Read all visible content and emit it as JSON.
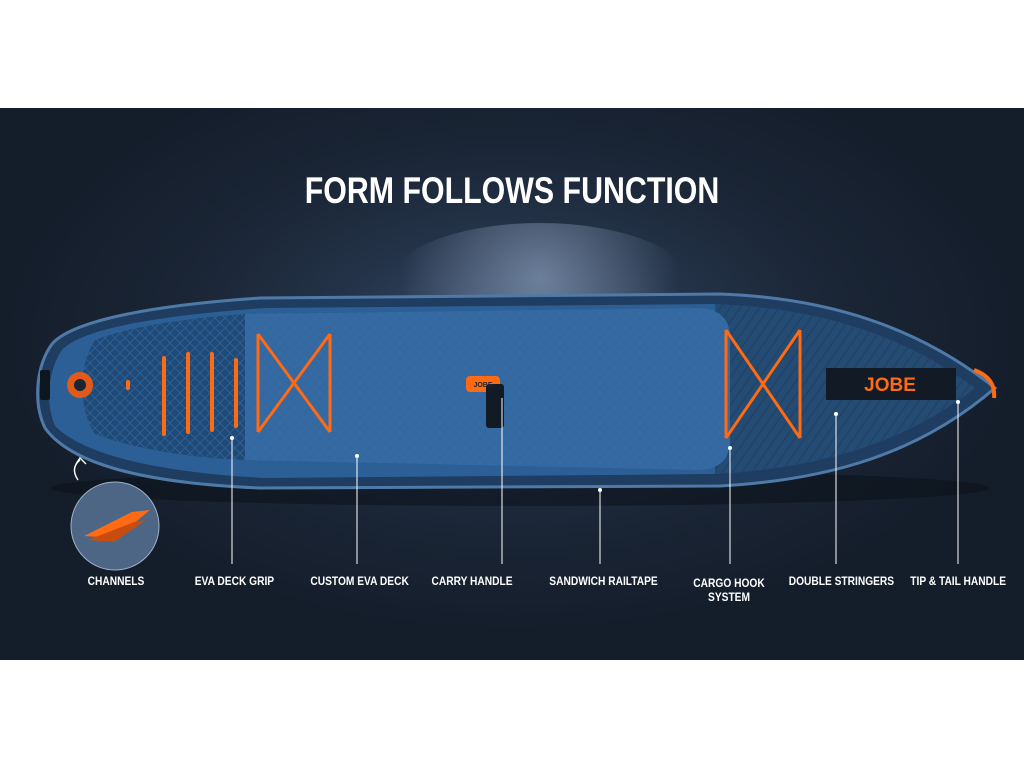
{
  "banner": {
    "title": "FORM FOLLOWS FUNCTION",
    "brand_logo_text": "JOBE",
    "handle_logo_text": "JOBE",
    "colors": {
      "background": "#1a2535",
      "board_blue": "#2c5f95",
      "accent_orange": "#ff6a13",
      "text": "#ffffff"
    },
    "features": [
      {
        "label": "CHANNELS"
      },
      {
        "label": "EVA DECK GRIP"
      },
      {
        "label": "CUSTOM EVA DECK"
      },
      {
        "label": "CARRY HANDLE"
      },
      {
        "label": "SANDWICH RAILTAPE"
      },
      {
        "label_line1": "CARGO HOOK",
        "label_line2": "SYSTEM"
      },
      {
        "label": "DOUBLE STRINGERS"
      },
      {
        "label": "TIP & TAIL HANDLE"
      }
    ]
  }
}
